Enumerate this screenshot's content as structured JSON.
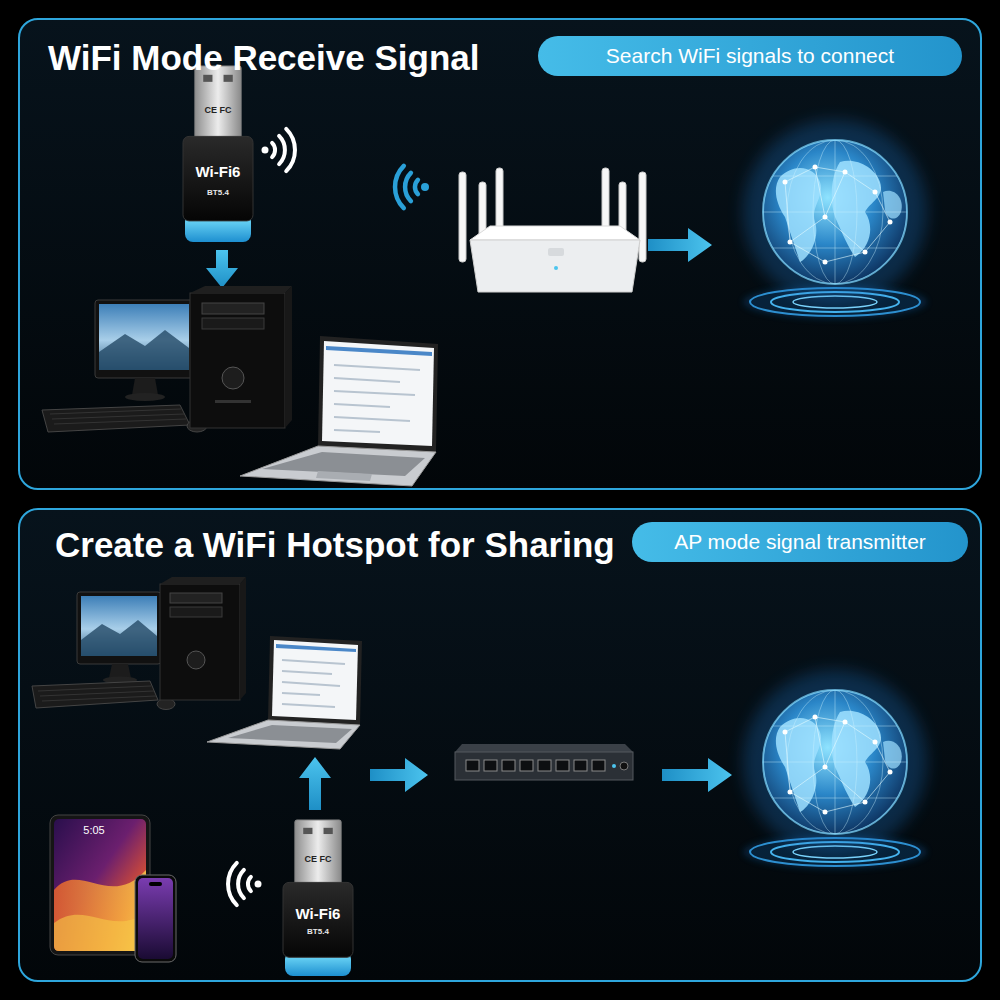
{
  "diagram": {
    "nodes": [
      {
        "text": [
          "WiFi Mode Receive Signal"
        ]
      },
      {
        "text": [
          "Search WiFi signals to connect"
        ],
        "in": 0
      },
      {
        "text": [
          "CE FC",
          "Wi-Fi6",
          "BT5.4"
        ],
        "in": 0
      },
      {
        "text": [
          "Create a WiFi Hotspot for Sharing"
        ]
      },
      {
        "text": [
          "AP mode signal transmitter"
        ],
        "in": 3
      },
      {
        "text": [
          "5:05"
        ],
        "in": 3
      },
      {
        "text": [
          "CE FC",
          "Wi-Fi6",
          "BT5.4"
        ],
        "in": 3
      }
    ]
  }
}
